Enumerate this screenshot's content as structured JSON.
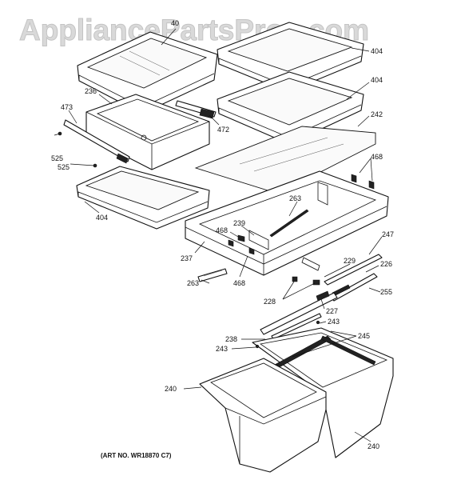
{
  "watermark": "AppliancePartsPros.com",
  "art_number": "(ART NO. WR18870 C7)",
  "callouts": {
    "c40": "40",
    "c404a": "404",
    "c404b": "404",
    "c404c": "404",
    "c236": "236",
    "c473": "473",
    "c472": "472",
    "c242": "242",
    "c468a": "468",
    "c468b": "468",
    "c468c": "468",
    "c525a": "525",
    "c525b": "525",
    "c263a": "263",
    "c263b": "263",
    "c239": "239",
    "c237": "237",
    "c247": "247",
    "c229": "229",
    "c226": "226",
    "c255": "255",
    "c228": "228",
    "c227": "227",
    "c243a": "243",
    "c243b": "243",
    "c238": "238",
    "c245": "245",
    "c240a": "240",
    "c240b": "240"
  }
}
